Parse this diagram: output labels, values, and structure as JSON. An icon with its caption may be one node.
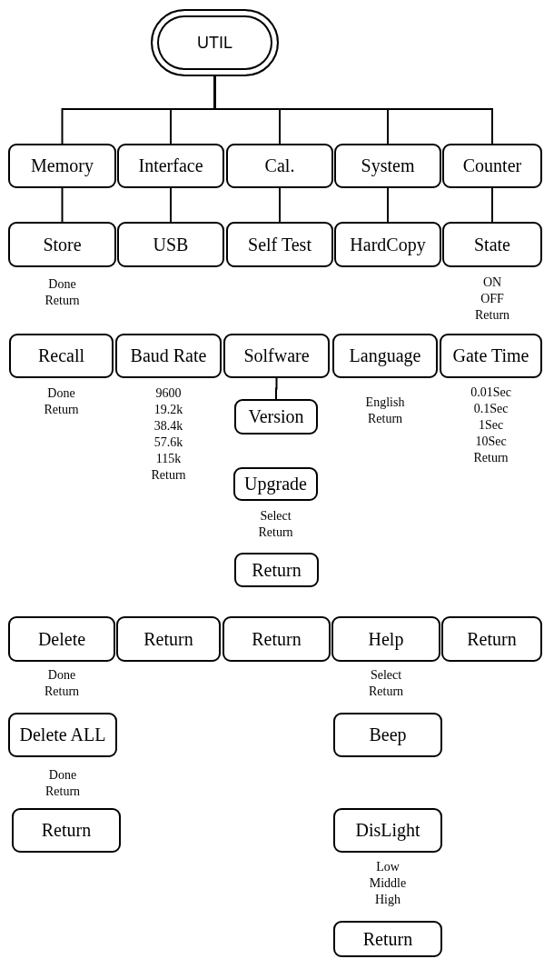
{
  "diagram": {
    "nodes": [
      {
        "text": [
          "UTIL"
        ]
      },
      {
        "text": [
          "Memory"
        ]
      },
      {
        "text": [
          "Interface"
        ]
      },
      {
        "text": [
          "Cal."
        ]
      },
      {
        "text": [
          "System"
        ]
      },
      {
        "text": [
          "Counter"
        ]
      },
      {
        "text": [
          "Store"
        ],
        "beside": [
          "Done",
          "Return"
        ]
      },
      {
        "text": [
          "USB"
        ]
      },
      {
        "text": [
          "Self Test"
        ]
      },
      {
        "text": [
          "HardCopy"
        ]
      },
      {
        "text": [
          "State"
        ],
        "beside": [
          "ON",
          "OFF",
          "Return"
        ]
      },
      {
        "text": [
          "Recall"
        ],
        "beside": [
          "Done",
          "Return"
        ]
      },
      {
        "text": [
          "Baud Rate"
        ],
        "beside": [
          "9600",
          "19.2k",
          "38.4k",
          "57.6k",
          "115k",
          "Return"
        ]
      },
      {
        "text": [
          "Solfware"
        ]
      },
      {
        "text": [
          "Language"
        ],
        "beside": [
          "English",
          "Return"
        ]
      },
      {
        "text": [
          "Gate Time"
        ],
        "beside": [
          "0.01Sec",
          "0.1Sec",
          "1Sec",
          "10Sec",
          "Return"
        ]
      },
      {
        "text": [
          "Version"
        ]
      },
      {
        "text": [
          "Upgrade"
        ],
        "beside": [
          "Select",
          "Return"
        ]
      },
      {
        "text": [
          "Return"
        ]
      },
      {
        "text": [
          "Delete"
        ],
        "beside": [
          "Done",
          "Return"
        ]
      },
      {
        "text": [
          "Return"
        ]
      },
      {
        "text": [
          "Return"
        ]
      },
      {
        "text": [
          "Help"
        ],
        "beside": [
          "Select",
          "Return"
        ]
      },
      {
        "text": [
          "Return"
        ]
      },
      {
        "text": [
          "Delete ALL"
        ],
        "beside": [
          "Done",
          "Return"
        ]
      },
      {
        "text": [
          "Beep"
        ]
      },
      {
        "text": [
          "Return"
        ]
      },
      {
        "text": [
          "DisLight"
        ],
        "beside": [
          "Low",
          "Middle",
          "High"
        ]
      },
      {
        "text": [
          "Return"
        ]
      }
    ],
    "edges": [
      {
        "from": 0,
        "to": 1,
        "arrow": "none"
      },
      {
        "from": 0,
        "to": 2,
        "arrow": "none"
      },
      {
        "from": 0,
        "to": 3,
        "arrow": "none"
      },
      {
        "from": 0,
        "to": 4,
        "arrow": "none"
      },
      {
        "from": 0,
        "to": 5,
        "arrow": "none"
      },
      {
        "from": 1,
        "to": 6,
        "arrow": "none"
      },
      {
        "from": 2,
        "to": 7,
        "arrow": "none"
      },
      {
        "from": 3,
        "to": 8,
        "arrow": "none"
      },
      {
        "from": 4,
        "to": 9,
        "arrow": "none"
      },
      {
        "from": 5,
        "to": 10,
        "arrow": "none"
      },
      {
        "from": 13,
        "to": 16,
        "arrow": "none"
      }
    ]
  }
}
